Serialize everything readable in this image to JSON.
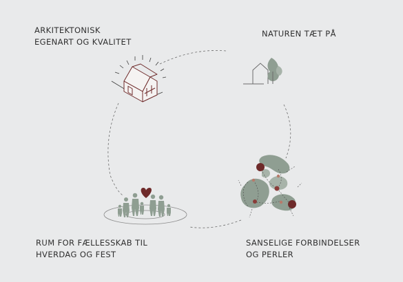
{
  "nodes": [
    {
      "id": "architecture",
      "lines": [
        "ARKITEKTONISK",
        "EGENART OG KVALITET"
      ],
      "icon": "house-icon"
    },
    {
      "id": "nature",
      "lines": [
        "NATUREN TÆT PÅ"
      ],
      "icon": "house-tree-icon"
    },
    {
      "id": "senses",
      "lines": [
        "SANSELIGE FORBINDELSER",
        "OG PERLER"
      ],
      "icon": "landscape-map-icon"
    },
    {
      "id": "community",
      "lines": [
        "RUM FOR FÆLLESSKAB TIL",
        "HVERDAG OG FEST"
      ],
      "icon": "people-heart-icon"
    }
  ],
  "colors": {
    "background": "#e9eaeb",
    "sage": "#8f9e92",
    "maroon": "#6e2a2a",
    "line": "#6b6b6b"
  }
}
